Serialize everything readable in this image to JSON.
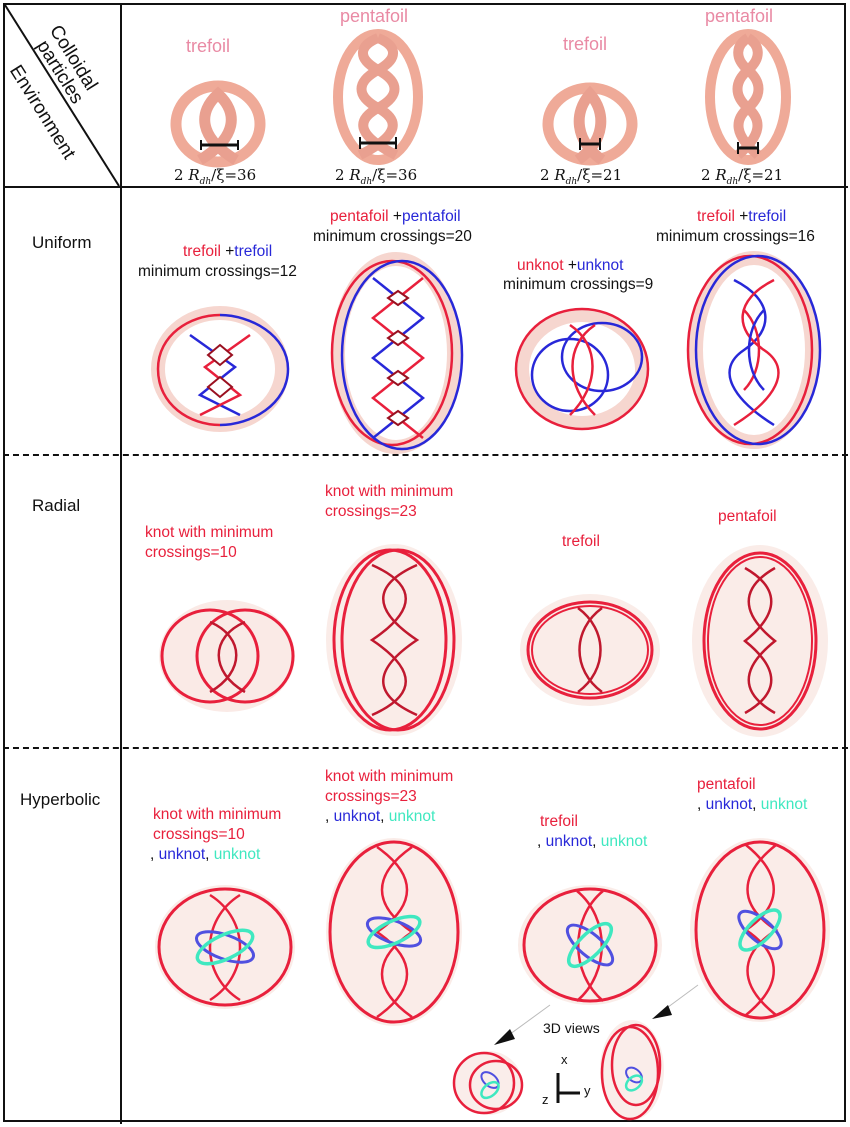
{
  "header": {
    "colloidal_label_line1": "Colloidal",
    "colloidal_label_line2": "particles",
    "environment_label": "Environment",
    "particles": [
      {
        "name": "trefoil",
        "ratio_prefix": "2 ",
        "ratio_symbol": "R",
        "ratio_sub": "dh",
        "ratio_suffix": "/ξ=36"
      },
      {
        "name": "pentafoil",
        "ratio_prefix": "2 ",
        "ratio_symbol": "R",
        "ratio_sub": "dh",
        "ratio_suffix": "/ξ=36"
      },
      {
        "name": "trefoil",
        "ratio_prefix": "2 ",
        "ratio_symbol": "R",
        "ratio_sub": "dh",
        "ratio_suffix": "/ξ=21"
      },
      {
        "name": "pentafoil",
        "ratio_prefix": "2 ",
        "ratio_symbol": "R",
        "ratio_sub": "dh",
        "ratio_suffix": "/ξ=21"
      }
    ]
  },
  "rows": [
    {
      "environment": "Uniform",
      "cells": [
        {
          "red": "trefoil",
          "plus": " +",
          "blue": "trefoil",
          "crossings": "minimum crossings=12"
        },
        {
          "red": "pentafoil",
          "plus": " +",
          "blue": "pentafoil",
          "crossings": "minimum crossings=20"
        },
        {
          "red": "unknot",
          "plus": " +",
          "blue": "unknot",
          "crossings": "minimum crossings=9"
        },
        {
          "red": "trefoil",
          "plus": " +",
          "blue": "trefoil",
          "crossings": "minimum crossings=16"
        }
      ]
    },
    {
      "environment": "Radial",
      "cells": [
        {
          "line1": "knot with minimum",
          "line2": "crossings=10"
        },
        {
          "line1": "knot with minimum",
          "line2": "crossings=23"
        },
        {
          "line1": "trefoil"
        },
        {
          "line1": "pentafoil"
        }
      ]
    },
    {
      "environment": "Hyperbolic",
      "cells": [
        {
          "line1": "knot with minimum",
          "line2": "crossings=10",
          "sep1": ", ",
          "blue": "unknot",
          "sep2": ", ",
          "cyan": "unknot"
        },
        {
          "line1": "knot with minimum",
          "line2": "crossings=23",
          "sep1": ", ",
          "blue": "unknot",
          "sep2": ", ",
          "cyan": "unknot"
        },
        {
          "line1": "trefoil",
          "sep1": ", ",
          "blue": "unknot",
          "sep2": ", ",
          "cyan": "unknot"
        },
        {
          "line1": "pentafoil",
          "sep1": ", ",
          "blue": "unknot",
          "sep2": ", ",
          "cyan": "unknot"
        }
      ],
      "inset": {
        "title": "3D views",
        "axis_x": "x",
        "axis_y": "y",
        "axis_z": "z"
      }
    }
  ],
  "colors": {
    "red_knot": "#e8203c",
    "blue_knot": "#2828d8",
    "cyan_knot": "#3fe8c0",
    "particle": "#efaa98",
    "label_pink": "#e98aa4"
  }
}
